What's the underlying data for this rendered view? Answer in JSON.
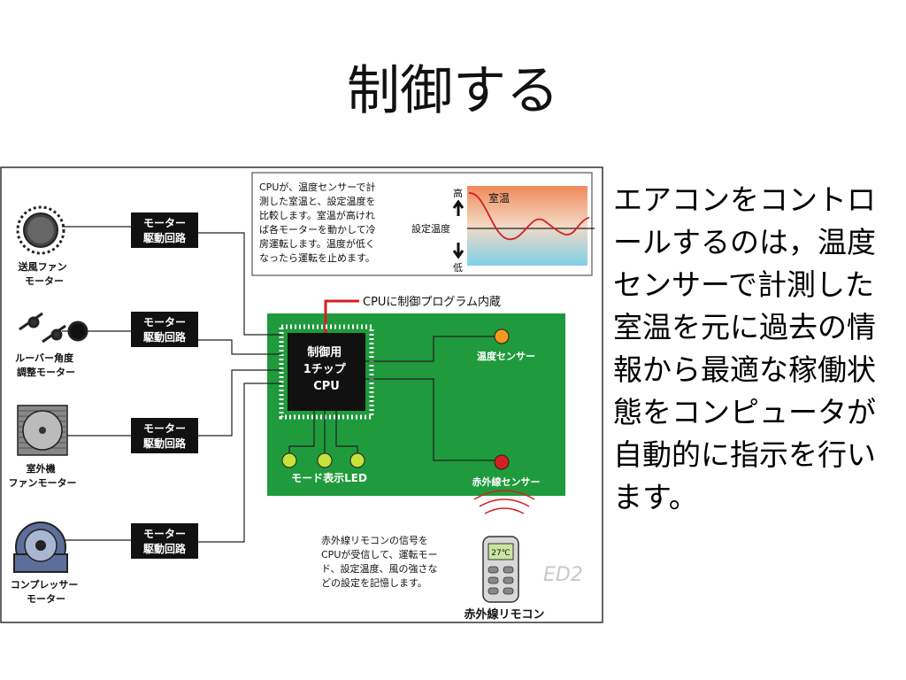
{
  "slide": {
    "title": "制御する",
    "body": "エアコンをコントロールするのは，温度センサーで計測した室温を元に過去の情報から最適な稼働状態をコンピュータが自動的に指示を行います。"
  },
  "diagram": {
    "note_top": [
      "CPUが、温度センサーで計",
      "測した室温と、設定温度を",
      "比較します。室温が高けれ",
      "ば各モーターを動かして冷",
      "房運転します。温度が低く",
      "なったら運転を止めます。"
    ],
    "graph": {
      "high": "高",
      "low": "低",
      "room_temp": "室温",
      "set_temp": "設定温度"
    },
    "cpu_program_label": "CPUに制御プログラム内蔵",
    "cpu": [
      "制御用",
      "1チップ",
      "CPU"
    ],
    "driver_label": [
      "モーター",
      "駆動回路"
    ],
    "motors": [
      {
        "label": [
          "送風ファン",
          "モーター"
        ],
        "icon": "fan-wheel-icon"
      },
      {
        "label": [
          "ルーバー角度",
          "調整モーター"
        ],
        "icon": "louver-icon"
      },
      {
        "label": [
          "室外機",
          "ファンモーター"
        ],
        "icon": "outdoor-fan-icon"
      },
      {
        "label": [
          "コンプレッサー",
          "モーター"
        ],
        "icon": "compressor-icon"
      }
    ],
    "temp_sensor": "温度センサー",
    "ir_sensor": "赤外線センサー",
    "led_label": "モード表示LED",
    "remote_note": [
      "赤外線リモコンの信号を",
      "CPUが受信して、運転モー",
      "ド、設定温度、風の強さな",
      "どの設定を記憶します。"
    ],
    "remote_label": "赤外線リモコン",
    "remote_display": "27℃",
    "watermark": "ED2",
    "colors": {
      "board": "#1f9a3c",
      "cpu": "#111111",
      "accent_red": "#d42020",
      "led": "#c8e23a",
      "sensor_orange": "#f39a1e"
    }
  }
}
